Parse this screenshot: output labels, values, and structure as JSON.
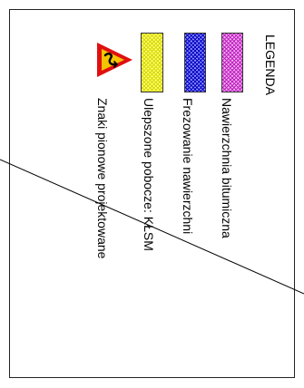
{
  "legend": {
    "title": "LEGENDA",
    "items": [
      {
        "label": "Nawierzchnia bitumiczna",
        "swatch": "pink-crosshatch",
        "color": "#e060e0"
      },
      {
        "label": "Frezowanie nawierzchni",
        "swatch": "blue-crosshatch",
        "color": "#2020e0"
      },
      {
        "label": "Ulepszone pobocze: KŁSM",
        "swatch": "yellow-crosshatch",
        "color": "#ffff40"
      },
      {
        "label": "Znaki pionowe projektowane",
        "swatch": "warning-sign-icon",
        "color": "#f5c400"
      }
    ]
  }
}
